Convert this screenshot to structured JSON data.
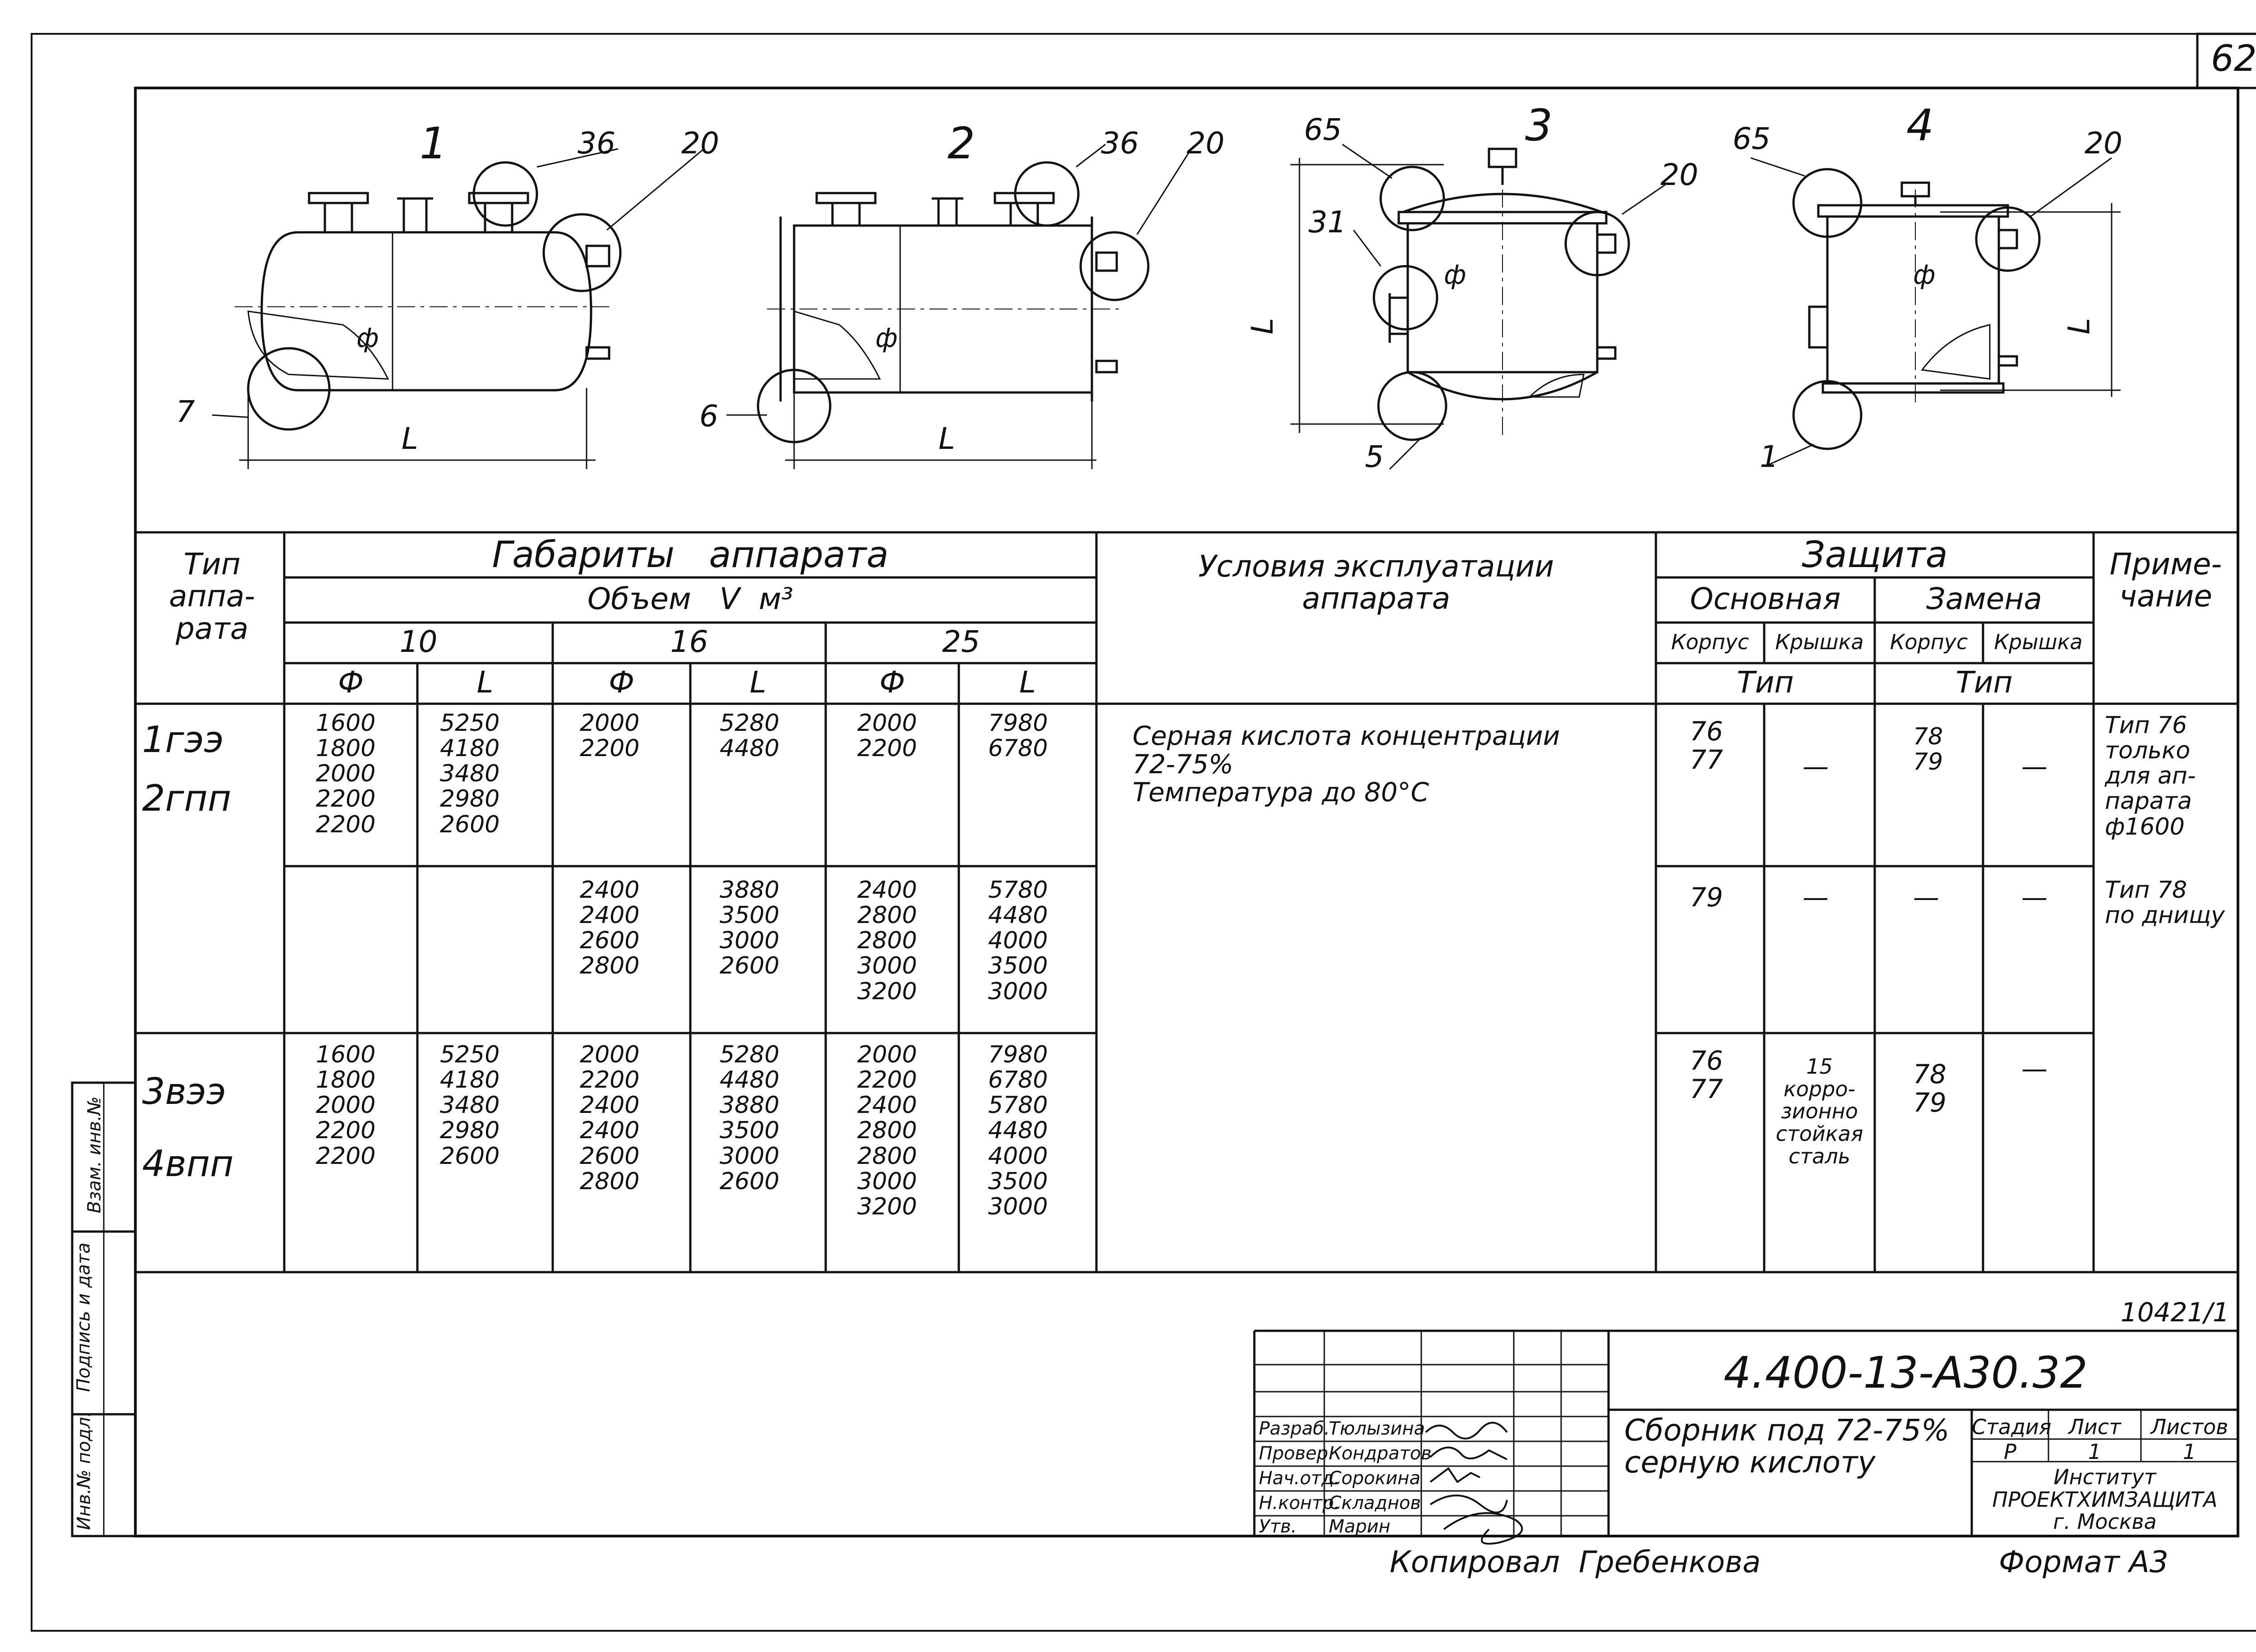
{
  "page_number": "62",
  "drawing": {
    "views": [
      {
        "label": "1",
        "callouts": [
          "36",
          "20",
          "7"
        ],
        "dim_length": "L",
        "dim_diameter": "ф"
      },
      {
        "label": "2",
        "callouts": [
          "36",
          "20",
          "6"
        ],
        "dim_length": "L",
        "dim_diameter": "ф"
      },
      {
        "label": "3",
        "callouts": [
          "65",
          "31",
          "20",
          "5"
        ],
        "dim_length": "L",
        "dim_diameter": "ф"
      },
      {
        "label": "4",
        "callouts": [
          "65",
          "20",
          "1"
        ],
        "dim_length": "L",
        "dim_diameter": "ф"
      }
    ]
  },
  "table": {
    "h_type": "Тип\nаппа-\nрата",
    "h_gabarity": "Габариты   аппарата",
    "h_volume": "Объем   V  м³",
    "vol_10": "10",
    "vol_16": "16",
    "vol_25": "25",
    "phi": "Ф",
    "L": "L",
    "h_conditions": "Условия  эксплуатации\nаппарата",
    "h_zaschita": "Защита",
    "h_osnovnaya": "Основная",
    "h_zamena": "Замена",
    "h_korpus": "Корпус",
    "h_kryshka": "Крышка",
    "h_tip": "Тип",
    "h_note": "Приме-\nчание",
    "row1": {
      "types": [
        "1гээ",
        "2гпп"
      ],
      "d10": "1600\n1800\n2000\n2200\n2200",
      "l10": "5250\n4180\n3480\n2980\n2600",
      "d16": "2000\n2200",
      "l16": "5280\n4480",
      "d25": "2000\n2200",
      "l25": "7980\n6780",
      "conditions": "Серная кислота концентрации\n72-75%\nТемпература до 80°С",
      "osn_korpus": "76\n77",
      "osn_kryshka": "—",
      "zam_korpus": "78\n79",
      "zam_kryshka": "—",
      "note": "Тип 76\nтолько\nдля ап-\nпарата\nф1600"
    },
    "row2": {
      "d16": "2400\n2400\n2600\n2800",
      "l16": "3880\n3500\n3000\n2600",
      "d25": "2400\n2800\n2800\n3000\n3200",
      "l25": "5780\n4480\n4000\n3500\n3000",
      "osn_korpus": "79",
      "osn_kryshka": "—",
      "zam_korpus": "—",
      "zam_kryshka": "—",
      "note": "Тип 78\nпо днищу"
    },
    "row3": {
      "types": [
        "3вээ",
        "4впп"
      ],
      "d10": "1600\n1800\n2000\n2200\n2200",
      "l10": "5250\n4180\n3480\n2980\n2600",
      "d16": "2000\n2200\n2400\n2400\n2600\n2800",
      "l16": "5280\n4480\n3880\n3500\n3000\n2600",
      "d25": "2000\n2200\n2400\n2800\n2800\n3000\n3200",
      "l25": "7980\n6780\n5780\n4480\n4000\n3500\n3000",
      "osn_korpus": "76\n77",
      "osn_kryshka": "15\nкорро-\nзионно\nстойкая\nсталь",
      "zam_korpus": "78\n79",
      "zam_kryshka": "—"
    }
  },
  "side_stamp": [
    "Инв.№ подл.",
    "Подпись и дата",
    "Взам. инв.№"
  ],
  "title_block": {
    "ref_code": "10421/1",
    "doc_code": "4.400-13-А30.32",
    "title": "Сборник под 72-75%\nсерную кислоту",
    "stage_label": "Стадия",
    "sheet_label": "Лист",
    "sheets_label": "Листов",
    "stage": "Р",
    "sheet": "1",
    "sheets": "1",
    "org": "Институт\nПРОЕКТХИМЗАЩИТА\nг. Москва",
    "roles": [
      {
        "role": "Разраб.",
        "name": "Тюлызина"
      },
      {
        "role": "Провер.",
        "name": "Кондратов"
      },
      {
        "role": "Нач.отд.",
        "name": "Сорокина"
      },
      {
        "role": "Н.контр.",
        "name": "Складнов"
      },
      {
        "role": "Утв.",
        "name": "Марин"
      }
    ],
    "copied_by": "Копировал  Гребенкова",
    "format": "Формат А3"
  }
}
